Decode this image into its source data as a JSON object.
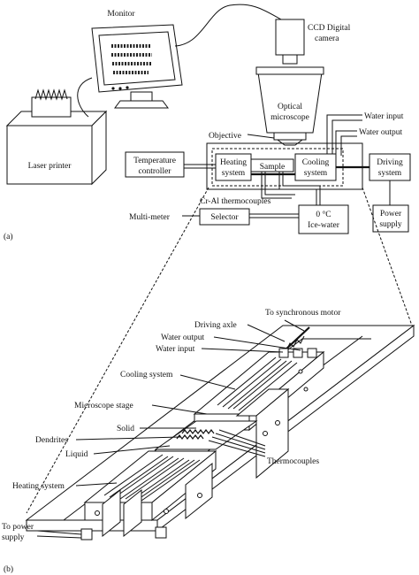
{
  "labels": {
    "monitor": "Monitor",
    "ccd_line1": "CCD Digital",
    "ccd_line2": "camera",
    "optical_line1": "Optical",
    "optical_line2": "microscope",
    "laser_printer": "Laser printer",
    "objective": "Objective",
    "water_input": "Water input",
    "water_output": "Water output",
    "temp_line1": "Temperature",
    "temp_line2": "controller",
    "heating_line1": "Heating",
    "heating_line2": "system",
    "sample": "Sample",
    "cooling_line1": "Cooling",
    "cooling_line2": "system",
    "driving_line1": "Driving",
    "driving_line2": "system",
    "thermocouples_a": "Cr-Al thermocouples",
    "multimeter": "Multi-meter",
    "selector": "Selector",
    "ice_line1": "0 °C",
    "ice_line2": "Ice-water",
    "power_line1": "Power",
    "power_line2": "supply",
    "part_a": "(a)",
    "to_sync_motor": "To synchronous motor",
    "driving_axle": "Driving axle",
    "water_output_b": "Water output",
    "water_input_b": "Water input",
    "cooling_system_b": "Cooling system",
    "microscope_stage": "Microscope stage",
    "solid": "Solid",
    "dendrites": "Dendrites",
    "liquid": "Liquid",
    "thermocouples_b": "Thermocouples",
    "heating_system_b": "Heating system",
    "to_power_line1": "To power",
    "to_power_line2": "supply",
    "part_b": "(b)"
  }
}
